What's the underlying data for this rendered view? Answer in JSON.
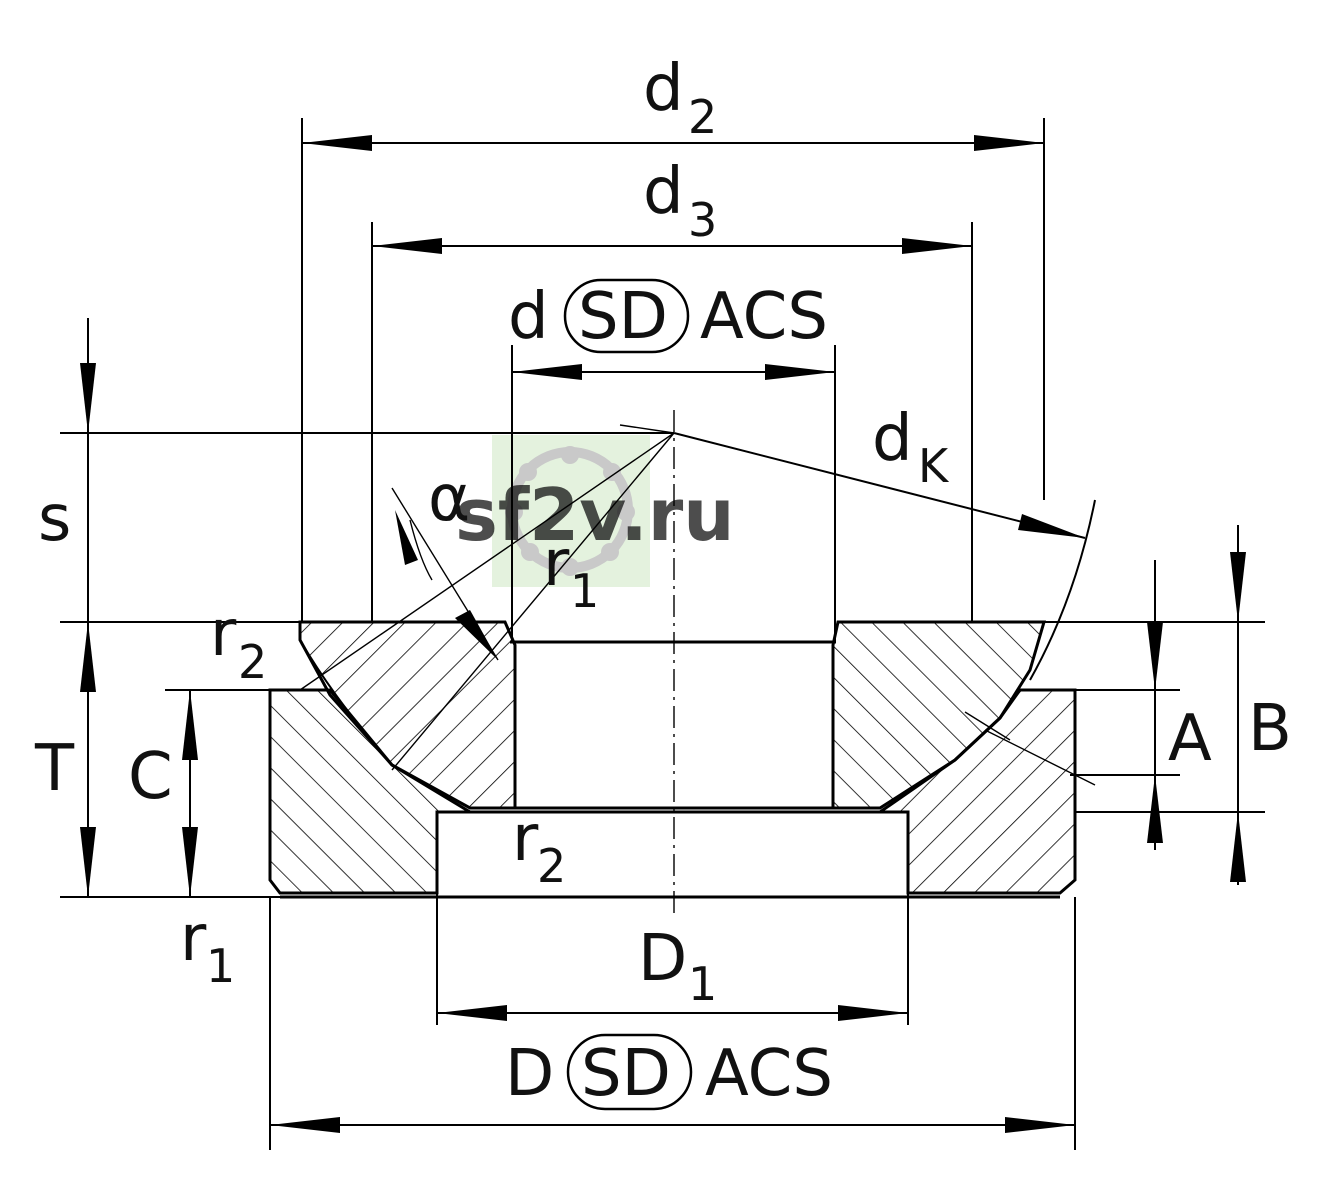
{
  "labels": {
    "d2": {
      "main": "d",
      "sub": "2"
    },
    "d3": {
      "main": "d",
      "sub": "3"
    },
    "d": {
      "main": "d",
      "badge": "SD",
      "suffix": "ACS"
    },
    "dK": {
      "main": "d",
      "sub": "K"
    },
    "s": "s",
    "alpha": "α",
    "r1_top": {
      "main": "r",
      "sub": "1"
    },
    "r2_left": {
      "main": "r",
      "sub": "2"
    },
    "T": "T",
    "C": "C",
    "A": "A",
    "B": "B",
    "r2_mid": {
      "main": "r",
      "sub": "2"
    },
    "r1_bottom": {
      "main": "r",
      "sub": "1"
    },
    "D1": {
      "main": "D",
      "sub": "1"
    },
    "D": {
      "main": "D",
      "badge": "SD",
      "suffix": "ACS"
    }
  },
  "watermark": {
    "text": "sf2v.ru",
    "color": "#3d68c9",
    "bg": "#dff0d8"
  }
}
